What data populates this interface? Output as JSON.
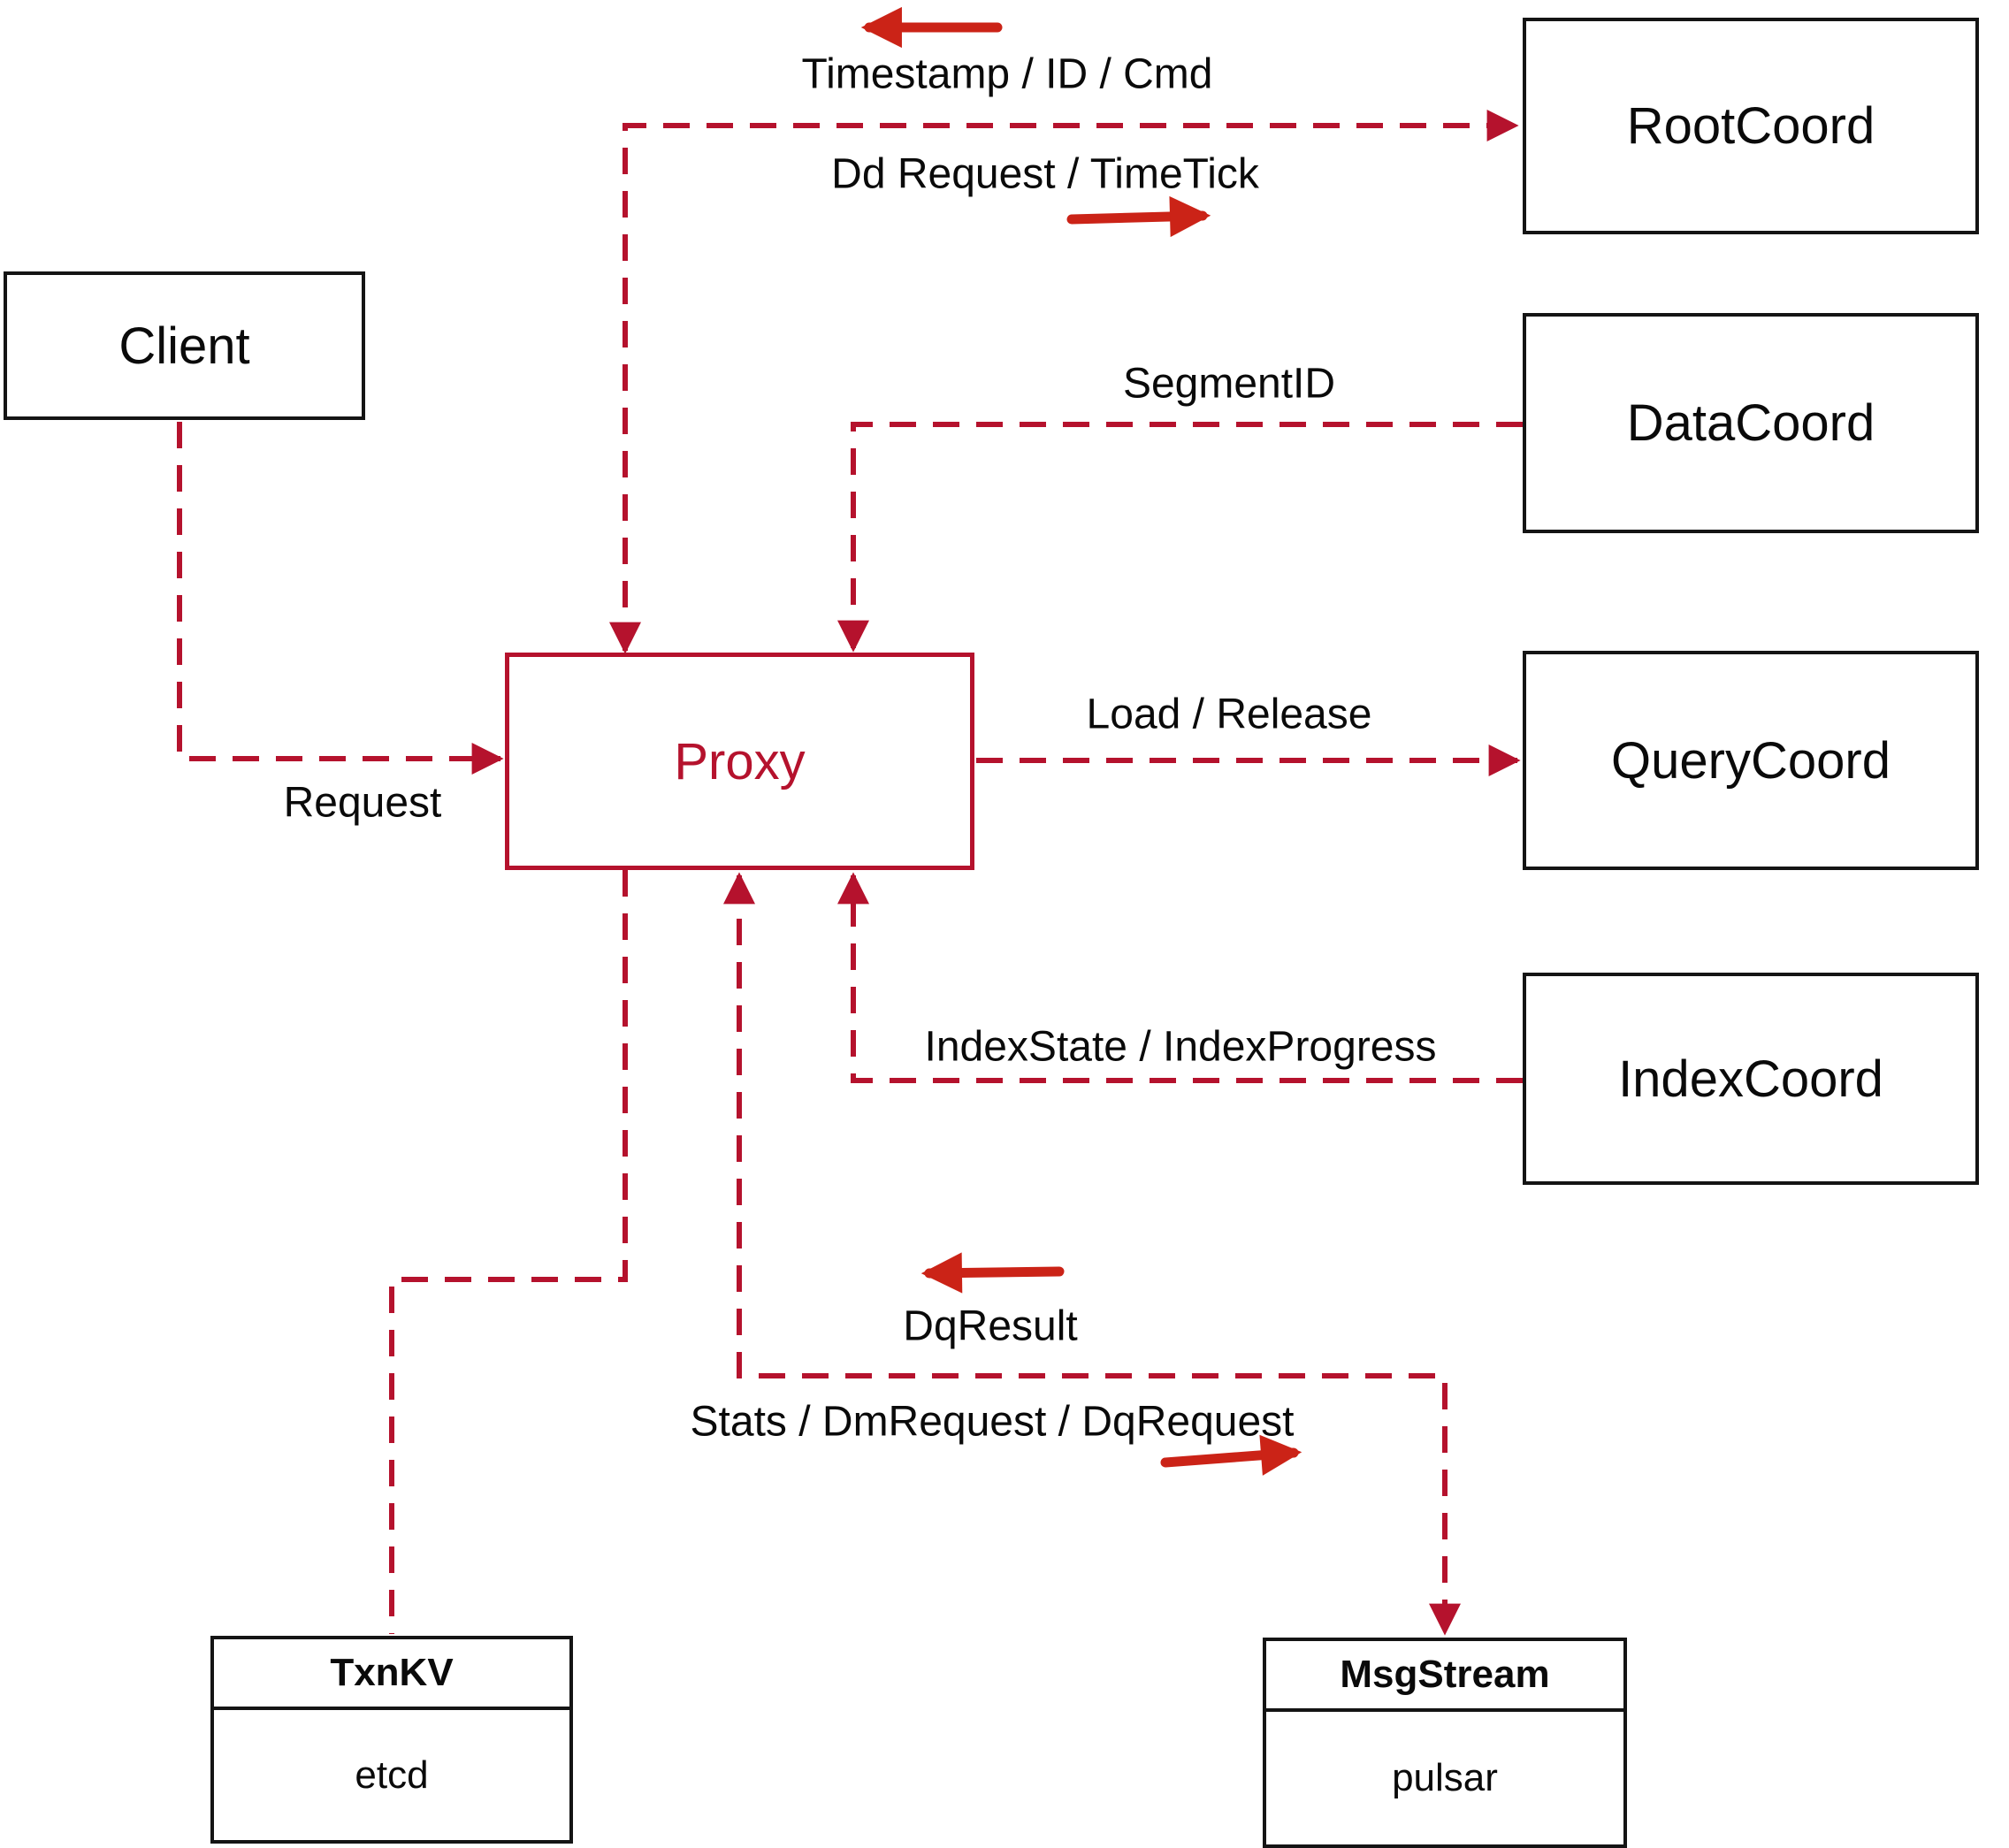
{
  "colors": {
    "line": "#b5122d",
    "arrow": "#cb2317",
    "border": "#141414",
    "text": "#0a0a0a",
    "bg": "#ffffff"
  },
  "nodes": {
    "client": {
      "label": "Client"
    },
    "proxy": {
      "label": "Proxy"
    },
    "rootcoord": {
      "label": "RootCoord"
    },
    "datacoord": {
      "label": "DataCoord"
    },
    "querycoord": {
      "label": "QueryCoord"
    },
    "indexcoord": {
      "label": "IndexCoord"
    },
    "txnkv": {
      "title": "TxnKV",
      "subtitle": "etcd"
    },
    "msgstream": {
      "title": "MsgStream",
      "subtitle": "pulsar"
    }
  },
  "edge_labels": {
    "timestamp_id_cmd": "Timestamp / ID / Cmd",
    "dd_request_timetick": "Dd Request / TimeTick",
    "segment_id": "SegmentID",
    "load_release": "Load / Release",
    "request": "Request",
    "index_state_progress": "IndexState / IndexProgress",
    "dq_result": "DqResult",
    "stats_dm_dq": "Stats / DmRequest / DqRequest"
  }
}
